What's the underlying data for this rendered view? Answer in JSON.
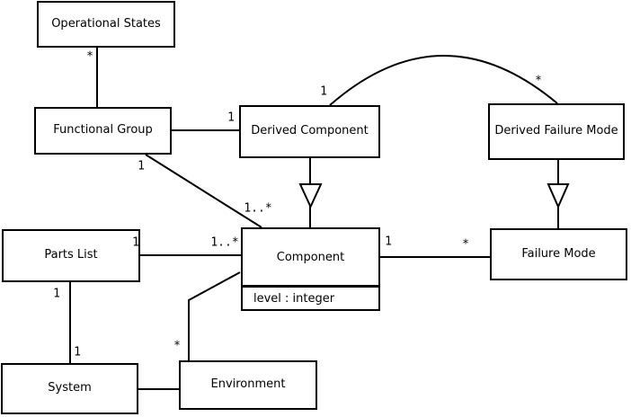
{
  "diagram": {
    "type": "uml-class-diagram",
    "colors": {
      "background": "#ffffff",
      "line": "#000000",
      "box_fill": "#ffffff",
      "text": "#000000"
    },
    "classes": [
      {
        "name": "Operational States"
      },
      {
        "name": "Functional Group"
      },
      {
        "name": "Derived Component"
      },
      {
        "name": "Derived Failure Mode"
      },
      {
        "name": "Parts List"
      },
      {
        "name": "Component",
        "attributes": [
          "level : integer"
        ]
      },
      {
        "name": "Failure Mode"
      },
      {
        "name": "System"
      },
      {
        "name": "Environment"
      }
    ],
    "relationships": [
      {
        "from": "Functional Group",
        "to": "Operational States",
        "type": "association",
        "label_to": "*"
      },
      {
        "from": "Functional Group",
        "to": "Derived Component",
        "type": "association",
        "label_to": "1"
      },
      {
        "from": "Functional Group",
        "to": "Component",
        "type": "association",
        "label_from": "1",
        "label_to": "1..*"
      },
      {
        "from": "Derived Component",
        "to": "Derived Failure Mode",
        "type": "association",
        "label_from": "1",
        "label_to": "*"
      },
      {
        "from": "Derived Component",
        "to": "Component",
        "type": "generalization"
      },
      {
        "from": "Derived Failure Mode",
        "to": "Failure Mode",
        "type": "generalization"
      },
      {
        "from": "Parts List",
        "to": "Component",
        "type": "association",
        "label_from": "1",
        "label_to": "1..*"
      },
      {
        "from": "Component",
        "to": "Failure Mode",
        "type": "association",
        "label_from": "1",
        "label_to": "*"
      },
      {
        "from": "Parts List",
        "to": "System",
        "type": "association",
        "label_from": "1",
        "label_to": "1"
      },
      {
        "from": "System",
        "to": "Environment",
        "type": "association"
      },
      {
        "from": "Environment",
        "to": "Component",
        "type": "association",
        "label_from": "*"
      }
    ]
  }
}
